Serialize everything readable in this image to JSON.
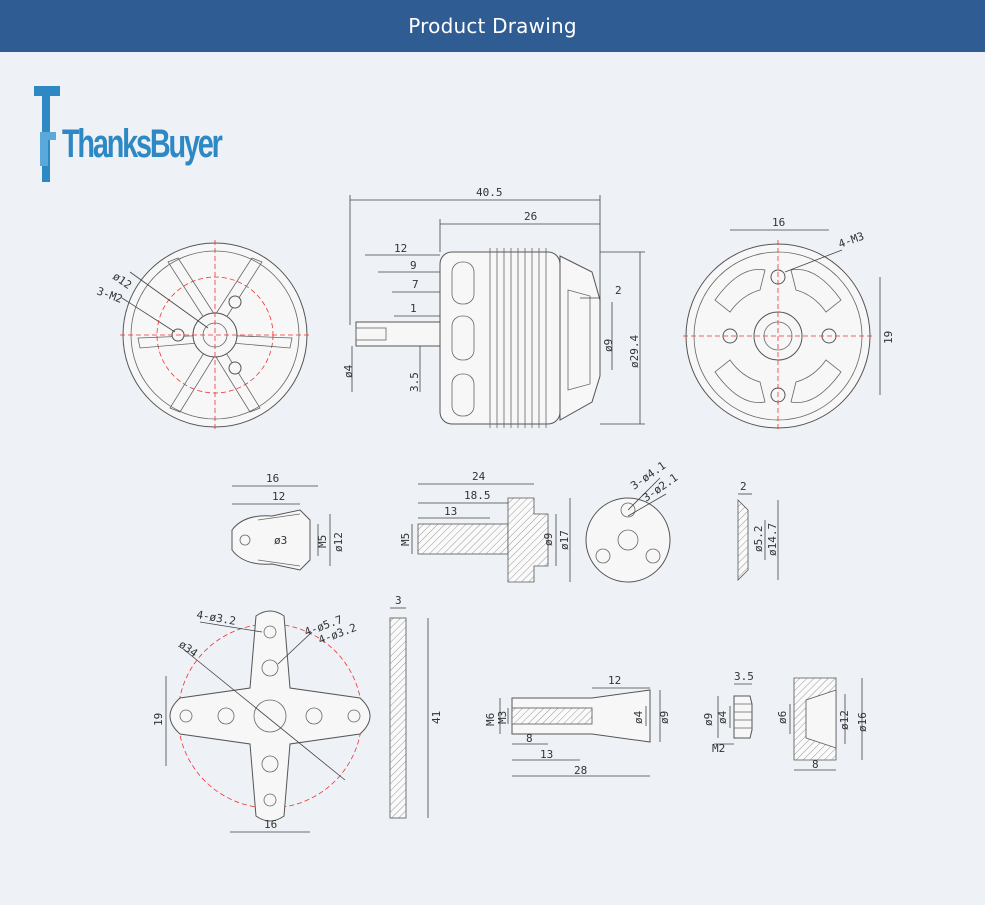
{
  "header": {
    "title": "Product Drawing"
  },
  "logo": {
    "text": "ThanksBuyer"
  },
  "labels": {
    "side_40_5": "40.5",
    "side_26": "26",
    "side_12": "12",
    "side_9": "9",
    "side_7": "7",
    "side_1": "1",
    "side_2": "2",
    "side_d9": "ø9",
    "side_d29_4": "ø29.4",
    "side_d4": "ø4",
    "side_3_5": "3.5",
    "front_d12": "ø12",
    "front_3m2": "3-M2",
    "back_16": "16",
    "back_4m3": "4-M3",
    "back_19": "19",
    "cone_16": "16",
    "cone_12": "12",
    "cone_d3": "ø3",
    "cone_m5": "M5",
    "cone_d12": "ø12",
    "adapt_24": "24",
    "adapt_18_5": "18.5",
    "adapt_13": "13",
    "adapt_m5": "M5",
    "adapt_d9": "ø9",
    "adapt_d17": "ø17",
    "disc_3d4_1": "3-ø4.1",
    "disc_3d2_1": "3-ø2.1",
    "washer_2": "2",
    "washer_d5_2": "ø5.2",
    "washer_d14_7": "ø14.7",
    "mount_4d3_2a": "4-ø3.2",
    "mount_4d5_7": "4-ø5.7",
    "mount_4d3_2b": "4-ø3.2",
    "mount_d34": "ø34",
    "mount_19": "19",
    "mount_16": "16",
    "mount_side_3": "3",
    "mount_side_41": "41",
    "shaft_12": "12",
    "shaft_m6": "M6",
    "shaft_m3": "M3",
    "shaft_d4": "ø4",
    "shaft_d9": "ø9",
    "shaft_8": "8",
    "shaft_13": "13",
    "shaft_28": "28",
    "nut_3_5": "3.5",
    "nut_d9": "ø9",
    "nut_d4": "ø4",
    "nut_m2": "M2",
    "col_d6": "ø6",
    "col_d12": "ø12",
    "col_d16": "ø16",
    "col_8": "8"
  },
  "colors": {
    "header_bg": "#2f5d93",
    "page_bg": "#eef2f7",
    "logo": "#2e88c4",
    "centerline": "#e33333"
  }
}
